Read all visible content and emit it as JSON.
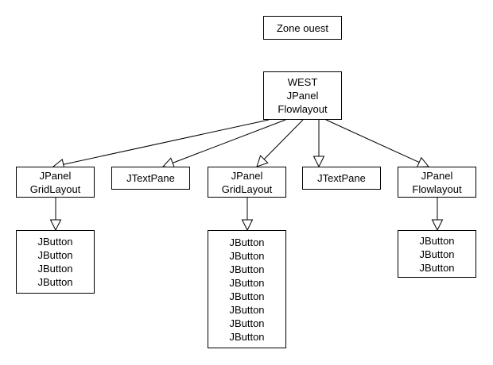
{
  "diagram": {
    "title": "Zone ouest",
    "root": {
      "lines": [
        "WEST",
        "JPanel",
        "Flowlayout"
      ]
    },
    "children": [
      {
        "lines": [
          "JPanel",
          "GridLayout"
        ],
        "leaf": [
          "JButton",
          "JButton",
          "JButton",
          "JButton"
        ]
      },
      {
        "lines": [
          "JTextPane"
        ]
      },
      {
        "lines": [
          "JPanel",
          "GridLayout"
        ],
        "leaf": [
          "JButton",
          "JButton",
          "JButton",
          "JButton",
          "JButton",
          "JButton",
          "JButton",
          "JButton"
        ]
      },
      {
        "lines": [
          "JTextPane"
        ]
      },
      {
        "lines": [
          "JPanel",
          "Flowlayout"
        ],
        "leaf": [
          "JButton",
          "JButton",
          "JButton"
        ]
      }
    ],
    "colors": {
      "stroke": "#000000",
      "fill": "#ffffff"
    }
  }
}
